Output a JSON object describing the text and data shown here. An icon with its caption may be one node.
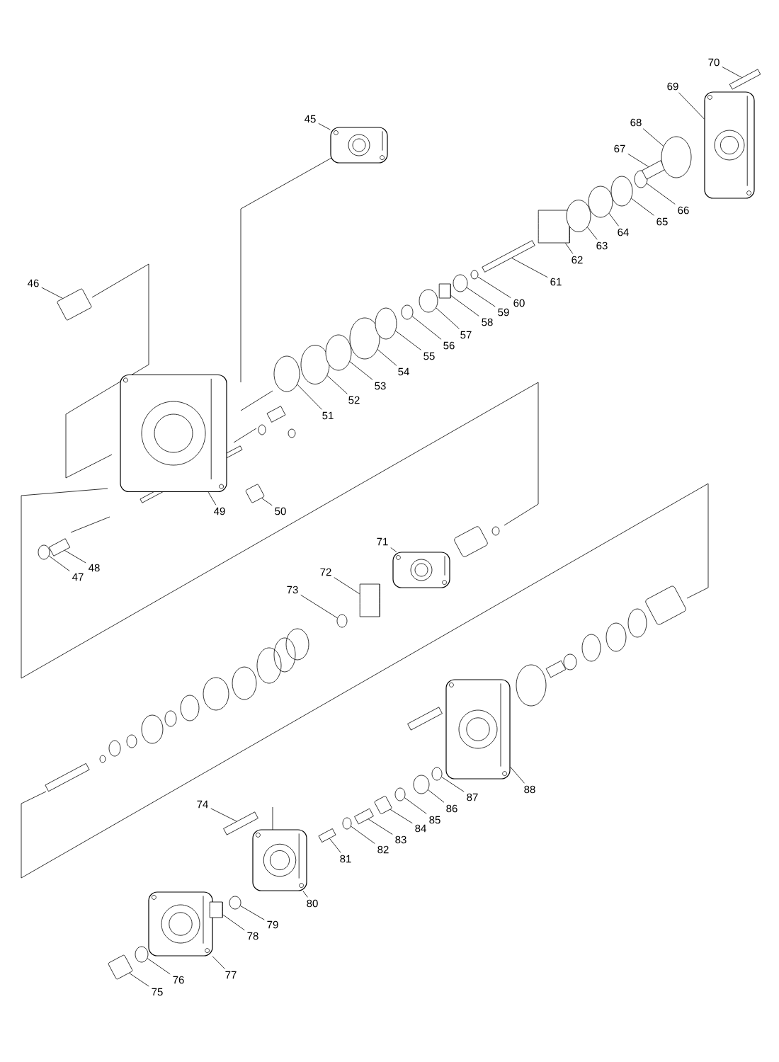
{
  "diagram": {
    "nodes": [
      {
        "text": [
          "45"
        ]
      },
      {
        "text": [],
        "shape": "picture"
      },
      {
        "text": [
          "46"
        ]
      },
      {
        "text": [],
        "shape": "box"
      },
      {
        "text": [
          "47"
        ]
      },
      {
        "text": [],
        "shape": "circle"
      },
      {
        "text": [
          "48"
        ]
      },
      {
        "text": [],
        "shape": "bar"
      },
      {
        "text": [
          "49"
        ]
      },
      {
        "text": [],
        "shape": "picture"
      },
      {
        "text": [
          "50"
        ]
      },
      {
        "text": [],
        "shape": "box"
      },
      {
        "text": [
          "51"
        ]
      },
      {
        "text": [],
        "shape": "circle"
      },
      {
        "text": [
          "52"
        ]
      },
      {
        "text": [],
        "shape": "circle"
      },
      {
        "text": [
          "53"
        ]
      },
      {
        "text": [],
        "shape": "circle"
      },
      {
        "text": [
          "54"
        ]
      },
      {
        "text": [],
        "shape": "circle"
      },
      {
        "text": [
          "55"
        ]
      },
      {
        "text": [],
        "shape": "circle"
      },
      {
        "text": [
          "56"
        ]
      },
      {
        "text": [],
        "shape": "circle"
      },
      {
        "text": [
          "57"
        ]
      },
      {
        "text": [],
        "shape": "circle"
      },
      {
        "text": [
          "58"
        ]
      },
      {
        "text": [],
        "shape": "cylinder"
      },
      {
        "text": [
          "59"
        ]
      },
      {
        "text": [],
        "shape": "circle"
      },
      {
        "text": [
          "60"
        ]
      },
      {
        "text": [],
        "shape": "circle"
      },
      {
        "text": [
          "61"
        ]
      },
      {
        "text": [],
        "shape": "bar"
      },
      {
        "text": [
          "62"
        ]
      },
      {
        "text": [],
        "shape": "cylinder"
      },
      {
        "text": [
          "63"
        ]
      },
      {
        "text": [],
        "shape": "circle"
      },
      {
        "text": [
          "64"
        ]
      },
      {
        "text": [],
        "shape": "circle"
      },
      {
        "text": [
          "65"
        ]
      },
      {
        "text": [],
        "shape": "circle"
      },
      {
        "text": [
          "66"
        ]
      },
      {
        "text": [],
        "shape": "circle"
      },
      {
        "text": [
          "67"
        ]
      },
      {
        "text": [],
        "shape": "bar"
      },
      {
        "text": [
          "68"
        ]
      },
      {
        "text": [],
        "shape": "circle"
      },
      {
        "text": [
          "69"
        ]
      },
      {
        "text": [],
        "shape": "picture"
      },
      {
        "text": [
          "70"
        ]
      },
      {
        "text": [],
        "shape": "bar"
      },
      {
        "text": [
          "71"
        ]
      },
      {
        "text": [],
        "shape": "picture"
      },
      {
        "text": [
          "72"
        ]
      },
      {
        "text": [],
        "shape": "cylinder"
      },
      {
        "text": [
          "73"
        ]
      },
      {
        "text": [],
        "shape": "circle"
      },
      {
        "text": [
          "74"
        ]
      },
      {
        "text": [],
        "shape": "bar"
      },
      {
        "text": [
          "75"
        ]
      },
      {
        "text": [],
        "shape": "box"
      },
      {
        "text": [
          "76"
        ]
      },
      {
        "text": [],
        "shape": "circle"
      },
      {
        "text": [
          "77"
        ]
      },
      {
        "text": [],
        "shape": "picture"
      },
      {
        "text": [
          "78"
        ]
      },
      {
        "text": [],
        "shape": "cylinder"
      },
      {
        "text": [
          "79"
        ]
      },
      {
        "text": [],
        "shape": "circle"
      },
      {
        "text": [
          "80"
        ]
      },
      {
        "text": [],
        "shape": "picture"
      },
      {
        "text": [
          "81"
        ]
      },
      {
        "text": [],
        "shape": "bar"
      },
      {
        "text": [
          "82"
        ]
      },
      {
        "text": [],
        "shape": "circle"
      },
      {
        "text": [
          "83"
        ]
      },
      {
        "text": [],
        "shape": "bar"
      },
      {
        "text": [
          "84"
        ]
      },
      {
        "text": [],
        "shape": "box"
      },
      {
        "text": [
          "85"
        ]
      },
      {
        "text": [],
        "shape": "circle"
      },
      {
        "text": [
          "86"
        ]
      },
      {
        "text": [],
        "shape": "circle"
      },
      {
        "text": [
          "87"
        ]
      },
      {
        "text": [],
        "shape": "circle"
      },
      {
        "text": [
          "88"
        ]
      },
      {
        "text": [],
        "shape": "picture"
      }
    ],
    "edges": [
      {
        "from": 0,
        "to": 1,
        "arrow": "none"
      },
      {
        "from": 2,
        "to": 3,
        "arrow": "none"
      },
      {
        "from": 4,
        "to": 5,
        "arrow": "none"
      },
      {
        "from": 6,
        "to": 7,
        "arrow": "none"
      },
      {
        "from": 8,
        "to": 9,
        "arrow": "none"
      },
      {
        "from": 10,
        "to": 11,
        "arrow": "none"
      },
      {
        "from": 12,
        "to": 13,
        "arrow": "none"
      },
      {
        "from": 14,
        "to": 15,
        "arrow": "none"
      },
      {
        "from": 16,
        "to": 17,
        "arrow": "none"
      },
      {
        "from": 18,
        "to": 19,
        "arrow": "none"
      },
      {
        "from": 20,
        "to": 21,
        "arrow": "none"
      },
      {
        "from": 22,
        "to": 23,
        "arrow": "none"
      },
      {
        "from": 24,
        "to": 25,
        "arrow": "none"
      },
      {
        "from": 26,
        "to": 27,
        "arrow": "none"
      },
      {
        "from": 28,
        "to": 29,
        "arrow": "none"
      },
      {
        "from": 30,
        "to": 31,
        "arrow": "none"
      },
      {
        "from": 32,
        "to": 33,
        "arrow": "none"
      },
      {
        "from": 34,
        "to": 35,
        "arrow": "none"
      },
      {
        "from": 36,
        "to": 37,
        "arrow": "none"
      },
      {
        "from": 38,
        "to": 39,
        "arrow": "none"
      },
      {
        "from": 40,
        "to": 41,
        "arrow": "none"
      },
      {
        "from": 42,
        "to": 43,
        "arrow": "none"
      },
      {
        "from": 44,
        "to": 45,
        "arrow": "none"
      },
      {
        "from": 46,
        "to": 47,
        "arrow": "none"
      },
      {
        "from": 48,
        "to": 49,
        "arrow": "none"
      },
      {
        "from": 50,
        "to": 51,
        "arrow": "none"
      },
      {
        "from": 52,
        "to": 53,
        "arrow": "none"
      },
      {
        "from": 54,
        "to": 55,
        "arrow": "none"
      },
      {
        "from": 56,
        "to": 57,
        "arrow": "none"
      },
      {
        "from": 58,
        "to": 59,
        "arrow": "none"
      },
      {
        "from": 60,
        "to": 61,
        "arrow": "none"
      },
      {
        "from": 62,
        "to": 63,
        "arrow": "none"
      },
      {
        "from": 64,
        "to": 65,
        "arrow": "none"
      },
      {
        "from": 66,
        "to": 67,
        "arrow": "none"
      },
      {
        "from": 68,
        "to": 69,
        "arrow": "none"
      },
      {
        "from": 70,
        "to": 71,
        "arrow": "none"
      },
      {
        "from": 72,
        "to": 73,
        "arrow": "none"
      },
      {
        "from": 74,
        "to": 75,
        "arrow": "none"
      },
      {
        "from": 76,
        "to": 77,
        "arrow": "none"
      },
      {
        "from": 78,
        "to": 79,
        "arrow": "none"
      },
      {
        "from": 80,
        "to": 81,
        "arrow": "none"
      },
      {
        "from": 82,
        "to": 83,
        "arrow": "none"
      },
      {
        "from": 84,
        "to": 85,
        "arrow": "none"
      },
      {
        "from": 86,
        "to": 87,
        "arrow": "none"
      }
    ]
  }
}
